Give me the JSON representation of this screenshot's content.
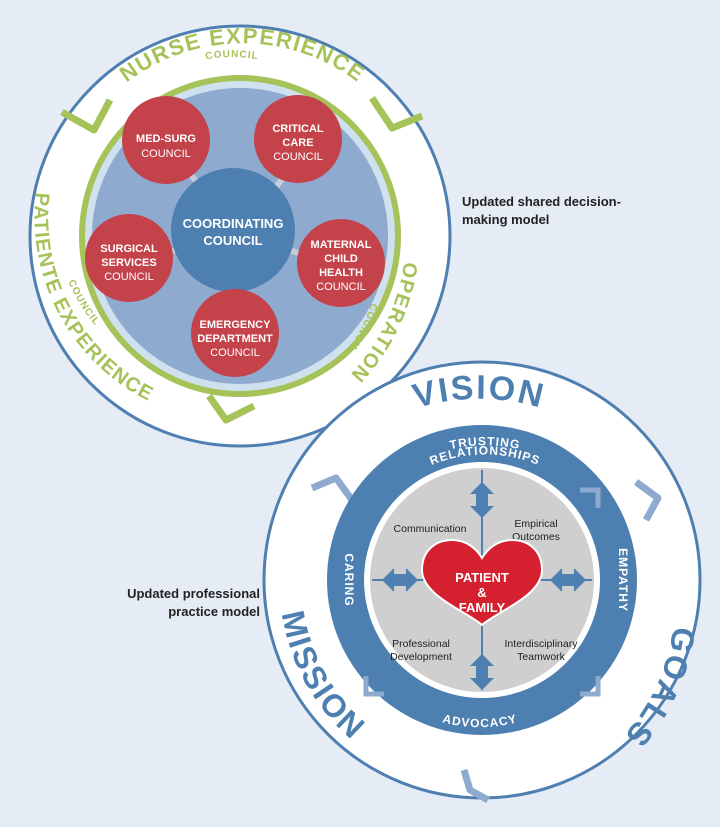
{
  "captions": {
    "shared_model": [
      "Updated shared decision-",
      "making model"
    ],
    "practice_model": [
      "Updated professional",
      "practice model"
    ]
  },
  "shared_decision_model": {
    "outer_councils": {
      "top": {
        "title": "NURSE EXPERIENCE",
        "sub": "COUNCIL"
      },
      "left": {
        "title": "PATIENTE EXPERIENCE",
        "sub": "COUNCIL"
      },
      "right": {
        "title": "OPERATION",
        "sub": "COUNCIL"
      }
    },
    "center": [
      "COORDINATING",
      "COUNCIL"
    ],
    "councils": {
      "med_surg": [
        "MED-SURG",
        "COUNCIL"
      ],
      "critical_care": [
        "CRITICAL",
        "CARE",
        "COUNCIL"
      ],
      "surgical": [
        "SURGICAL",
        "SERVICES",
        "COUNCIL"
      ],
      "maternal": [
        "MATERNAL",
        "CHILD",
        "HEALTH",
        "COUNCIL"
      ],
      "emergency": [
        "EMERGENCY",
        "DEPARTMENT",
        "COUNCIL"
      ]
    }
  },
  "practice_model": {
    "outer": {
      "top": "VISION",
      "left": "MISSION",
      "right": "GOALS"
    },
    "ring": {
      "top": [
        "TRUSTING",
        "RELATIONSHIPS"
      ],
      "left": "CARING",
      "right": "EMPATHY",
      "bottom": "ADVOCACY"
    },
    "core": {
      "communication": "Communication",
      "empirical": [
        "Empirical",
        "Outcomes"
      ],
      "professional": [
        "Professional",
        "Development"
      ],
      "interdisciplinary": [
        "Interdisciplinary",
        "Teamwork"
      ]
    },
    "heart": [
      "PATIENT",
      "&",
      "FAMILY"
    ]
  },
  "colors": {
    "background": "#e6ecf5",
    "green": "#a6c35a",
    "red": "#c4424a",
    "blue": "#4d7fb0",
    "light_blue": "#8eabcf",
    "gray": "#cfcfcf",
    "heart": "#d5212f"
  }
}
